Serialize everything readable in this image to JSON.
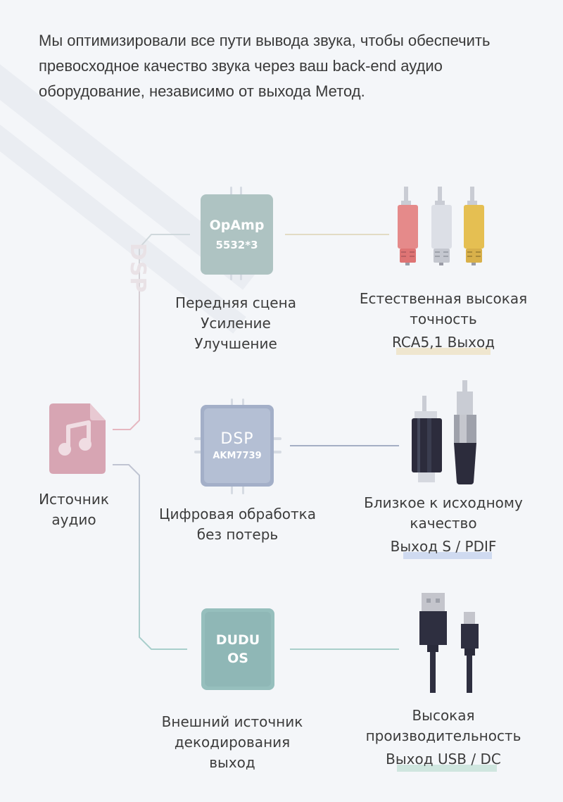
{
  "intro": {
    "text": "Мы оптимизировали все пути вывода звука, чтобы обеспечить превосходное качество звука через ваш back-end аудио оборудование, независимо от выхода Метод."
  },
  "watermark": "DSP",
  "source": {
    "icon": "music-file-icon",
    "label_line1": "Источник",
    "label_line2": "аудио",
    "color": "#d7a5b3"
  },
  "paths": [
    {
      "chip": {
        "line1": "OpAmp",
        "line2": "5532*3",
        "color": "#aec3c2"
      },
      "chip_label": [
        "Передняя сцена",
        "Усиление",
        "Улучшение"
      ],
      "output_icon": "rca-cables-icon",
      "output_label": [
        "Естественная высокая",
        "точность"
      ],
      "output_port": "RCA5,1 Выход",
      "highlight_color": "#efe6cf",
      "wire_color": "#e2dcc4"
    },
    {
      "chip": {
        "line1": "DSP",
        "line2": "AKM7739",
        "color": "#a3afc8"
      },
      "chip_label": [
        "Цифровая обработка",
        "без потерь"
      ],
      "output_icon": "spdif-connectors-icon",
      "output_label": [
        "Близкое к исходному",
        "качество"
      ],
      "output_port": "Выход S / PDIF",
      "highlight_color": "#cfdaf0",
      "wire_color": "#a4aec4"
    },
    {
      "chip": {
        "line1": "DUDU",
        "line2": "OS",
        "color": "#96bfbd"
      },
      "chip_label": [
        "Внешний источник",
        "декодирования",
        "выход"
      ],
      "output_icon": "usb-cables-icon",
      "output_label": [
        "Высокая",
        "производительность"
      ],
      "output_port": "Выход USB / DC",
      "highlight_color": "#cfe6df",
      "wire_color": "#a9cfcb"
    }
  ]
}
